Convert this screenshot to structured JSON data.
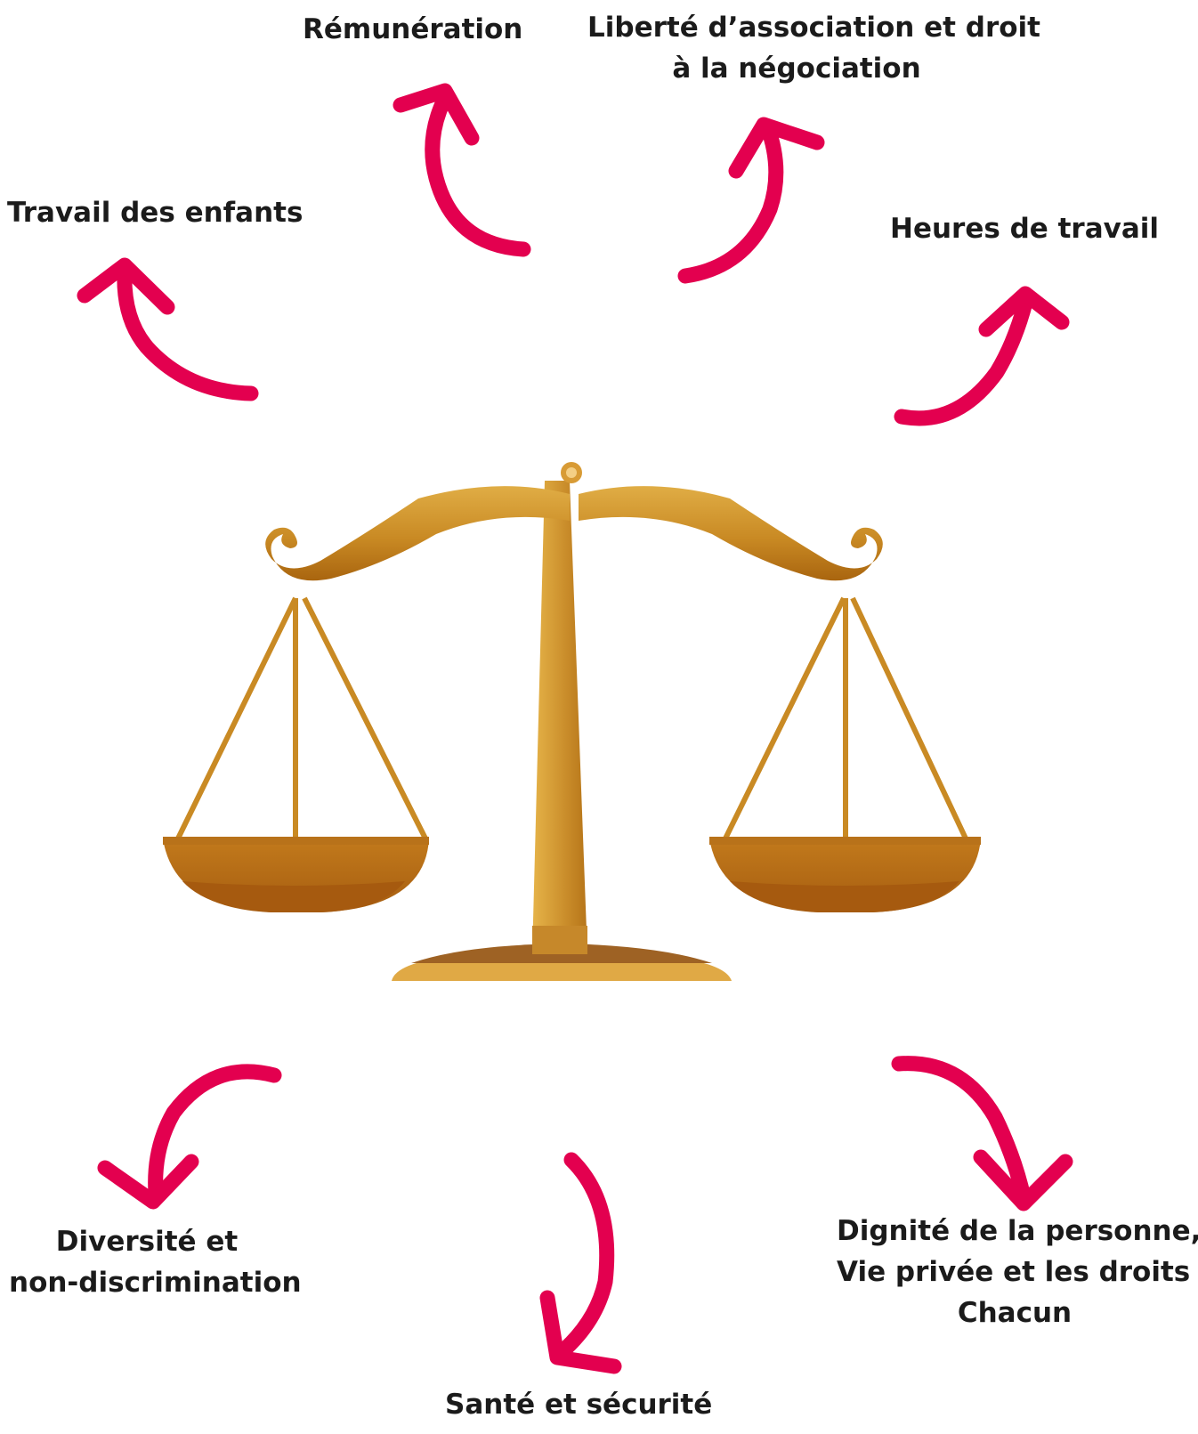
{
  "accent_color": "#e3004f",
  "scale_colors": {
    "gold_light": "#d9a53a",
    "gold_mid": "#c1811f",
    "gold_dark": "#a8620f",
    "base": "#9e6224"
  },
  "labels": {
    "remuneration": [
      "Rémunération"
    ],
    "liberte": [
      "Liberté d’association et droit",
      "à la négociation"
    ],
    "travail_enfants": [
      "Travail des enfants"
    ],
    "heures": [
      "Heures de travail"
    ],
    "diversite": [
      "Diversité et",
      "non-discrimination"
    ],
    "sante": [
      "Santé et sécurité"
    ],
    "dignite": [
      "Dignité de la personne, la",
      "Vie privée et les droits de",
      "Chacun"
    ]
  }
}
